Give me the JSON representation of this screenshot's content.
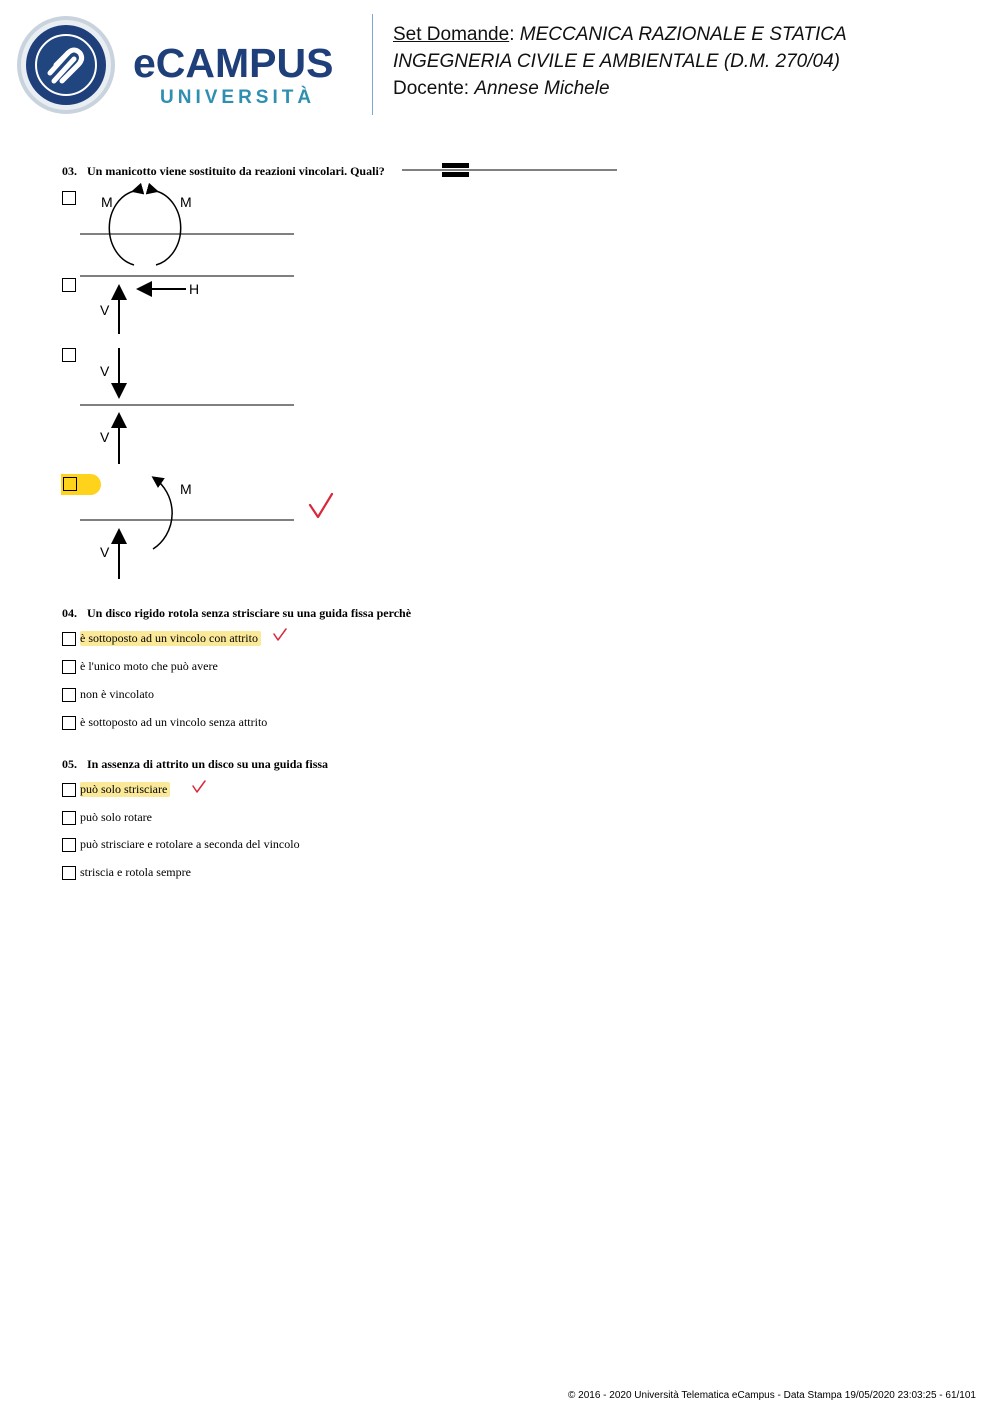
{
  "header": {
    "brand_main": "eCAMPUS",
    "brand_sub": "UNIVERSITÀ",
    "set_label": "Set Domande",
    "course": "MECCANICA RAZIONALE E STATICA",
    "degree": "INGEGNERIA CIVILE E AMBIENTALE (D.M. 270/04)",
    "teacher_label": "Docente: ",
    "teacher_name": "Annese Michele"
  },
  "questions": [
    {
      "number": "03.",
      "text": "Un manicotto viene sostituito da reazioni vincolari. Quali?",
      "diagram_labels": {
        "opt1_left": "M",
        "opt1_right": "M",
        "opt2_h": "H",
        "opt2_v": "V",
        "opt3_v_top": "V",
        "opt3_v_bottom": "V",
        "opt4_m": "M",
        "opt4_v": "V"
      },
      "correct_option": 4
    },
    {
      "number": "04.",
      "text": "Un disco rigido rotola senza strisciare su una guida fissa perchè",
      "options": [
        "è sottoposto ad un vincolo con attrito",
        "è l'unico moto che può avere",
        "non è vincolato",
        "è sottoposto ad un vincolo senza attrito"
      ],
      "correct_option": 1
    },
    {
      "number": "05.",
      "text": "In assenza di attrito un disco su una guida fissa",
      "options": [
        "può solo strisciare",
        "può solo rotare",
        "può strisciare e rotolare a seconda del vincolo",
        "striscia e rotola sempre"
      ],
      "correct_option": 1
    }
  ],
  "footer": "© 2016 - 2020 Università Telematica eCampus - Data Stampa 19/05/2020 23:03:25 - 61/101",
  "colors": {
    "brand_blue": "#1f3f7a",
    "brand_teal": "#2f8fb0",
    "highlight": "#fbe99a",
    "highlight_strong": "#ffd21c",
    "check_red": "#d8283a"
  }
}
